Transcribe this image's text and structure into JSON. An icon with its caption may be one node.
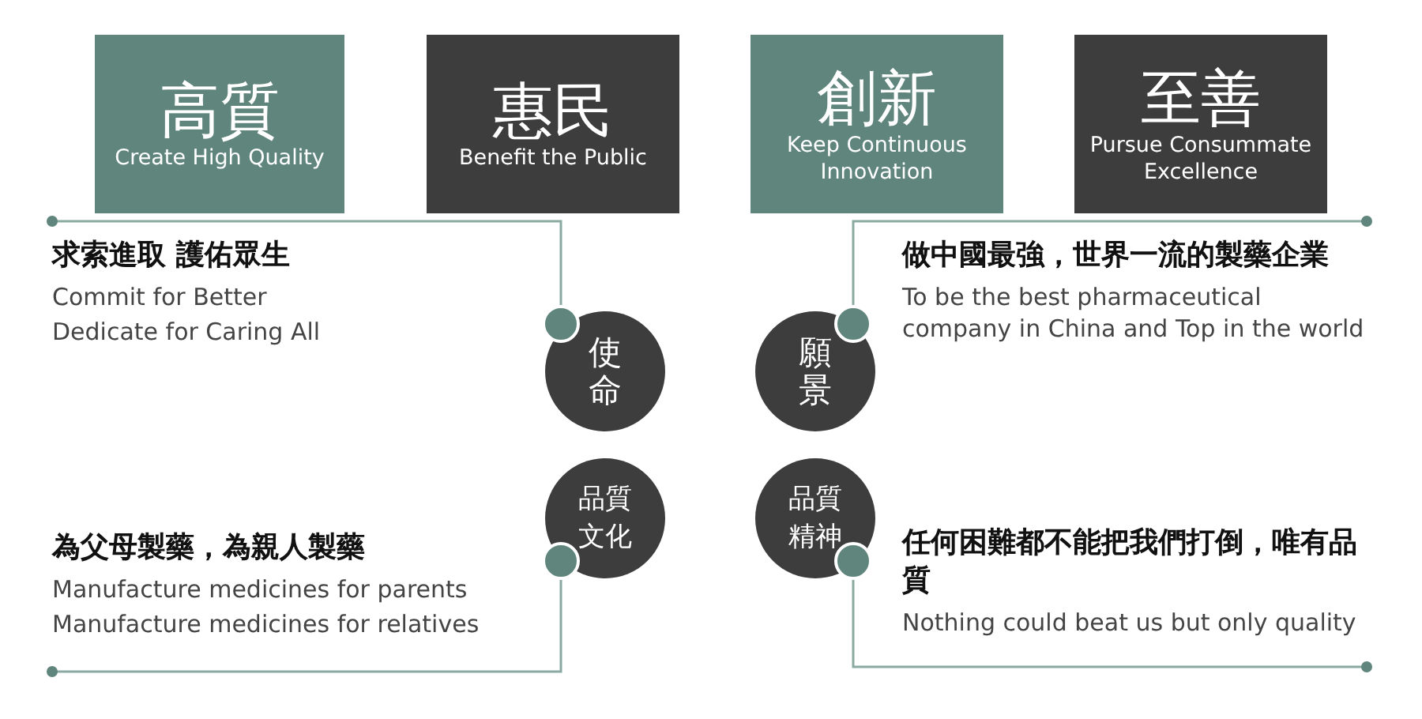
{
  "diagram": {
    "nodes": [
      {
        "text": [
          "高質",
          "Create High Quality"
        ]
      },
      {
        "text": [
          "惠民",
          "Benefit the Public"
        ]
      },
      {
        "text": [
          "創新",
          "Keep Continuous Innovation"
        ]
      },
      {
        "text": [
          "至善",
          "Pursue Consummate Excellence"
        ]
      },
      {
        "text": [
          "求索進取 護佑眾生",
          "Commit for Better",
          "Dedicate for Caring All"
        ]
      },
      {
        "text": [
          "使命"
        ]
      },
      {
        "text": [
          "願景"
        ]
      },
      {
        "text": [
          "做中國最強，世界一流的製藥企業",
          "To be the best pharmaceutical company in China and Top in the world"
        ]
      },
      {
        "text": [
          "為父母製藥，為親人製藥",
          "Manufacture medicines for parents",
          "Manufacture medicines for relatives"
        ]
      },
      {
        "text": [
          "品質文化"
        ]
      },
      {
        "text": [
          "品質精神"
        ]
      },
      {
        "text": [
          "任何困難都不能把我們打倒，唯有品質",
          "Nothing could beat us but only quality"
        ]
      }
    ],
    "edges": [
      {
        "from": 4,
        "to": 5,
        "arrow": "other"
      },
      {
        "from": 7,
        "to": 6,
        "arrow": "other"
      },
      {
        "from": 8,
        "to": 9,
        "arrow": "other"
      },
      {
        "from": 11,
        "to": 10,
        "arrow": "other"
      }
    ]
  }
}
